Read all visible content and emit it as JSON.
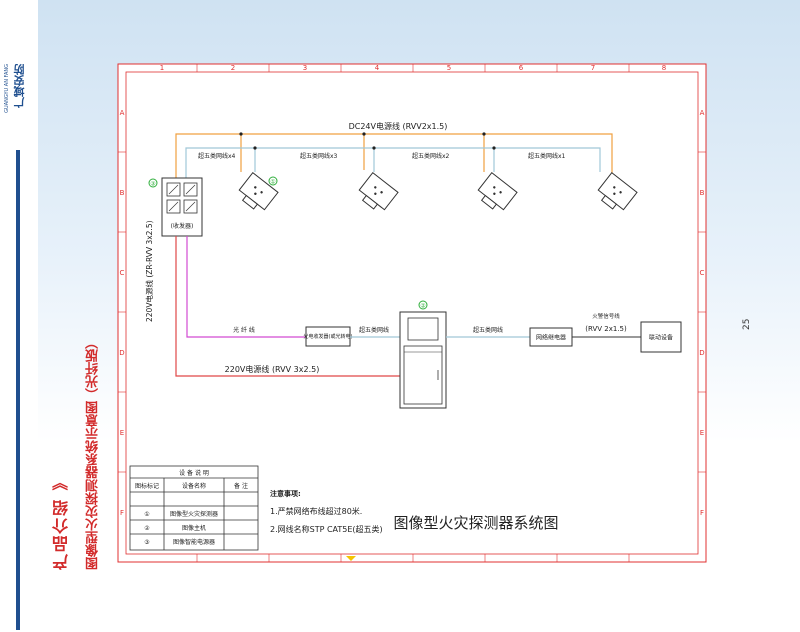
{
  "brand": {
    "name": "广域安防",
    "sub": "GUANGYU AN FANG"
  },
  "section": {
    "title": "产品介绍 》",
    "subtitle": "图像型火灾探测器系统示意图（光纤版）"
  },
  "page_number": "25",
  "frame": {
    "col_labels": [
      "1",
      "2",
      "3",
      "4",
      "5",
      "6",
      "7",
      "8"
    ],
    "row_labels": [
      "A",
      "B",
      "C",
      "D",
      "E",
      "F"
    ]
  },
  "diagram": {
    "title": "图像型火灾探测器系统图",
    "cable_dc24": "DC24V电源线 (RVV2x1.5)",
    "cable_220_vert": "220V电源线 (ZR-RVV 3x2.5)",
    "cable_220_horiz": "220V电源线 (RVV 3x2.5)",
    "net_x4": "超五类网线x4",
    "net_x3": "超五类网线x3",
    "net_x2": "超五类网线x2",
    "net_x1": "超五类网线x1",
    "net_mid": "超五类网线",
    "net_right": "超五类网线",
    "fiber": "光 纤 线",
    "switch_label": "(收发器)",
    "converter_label": "光电收发器(或光转电)",
    "relay_label": "网络继电器",
    "alarm_signal_line": "火警信号线",
    "alarm_signal_spec": "(RVV 2x1.5)",
    "linkage_label": "联动设备",
    "marker_1": "①",
    "marker_2": "②",
    "marker_3": "③"
  },
  "notes": {
    "heading": "注意事项:",
    "line1": "1.严禁网络布线超过80米.",
    "line2": "2.网线名称STP CAT5E(超五类)"
  },
  "legend": {
    "title": "设 备 说 明",
    "headers": [
      "图标标记",
      "设备名称",
      "备 注"
    ],
    "rows": [
      {
        "mark": "①",
        "name": "图像型火灾探测器",
        "note": ""
      },
      {
        "mark": "②",
        "name": "图像主机",
        "note": ""
      },
      {
        "mark": "③",
        "name": "图像智能电源器",
        "note": ""
      }
    ]
  },
  "colors": {
    "dc_line": "#f0a040",
    "net_line": "#a0c8d8",
    "fiber_line": "#d24bd2",
    "ac_line": "#e04848",
    "frame": "#e03030",
    "marker": "#2fae3b",
    "accent": "#d22b2b",
    "brand": "#1f4f8f"
  }
}
